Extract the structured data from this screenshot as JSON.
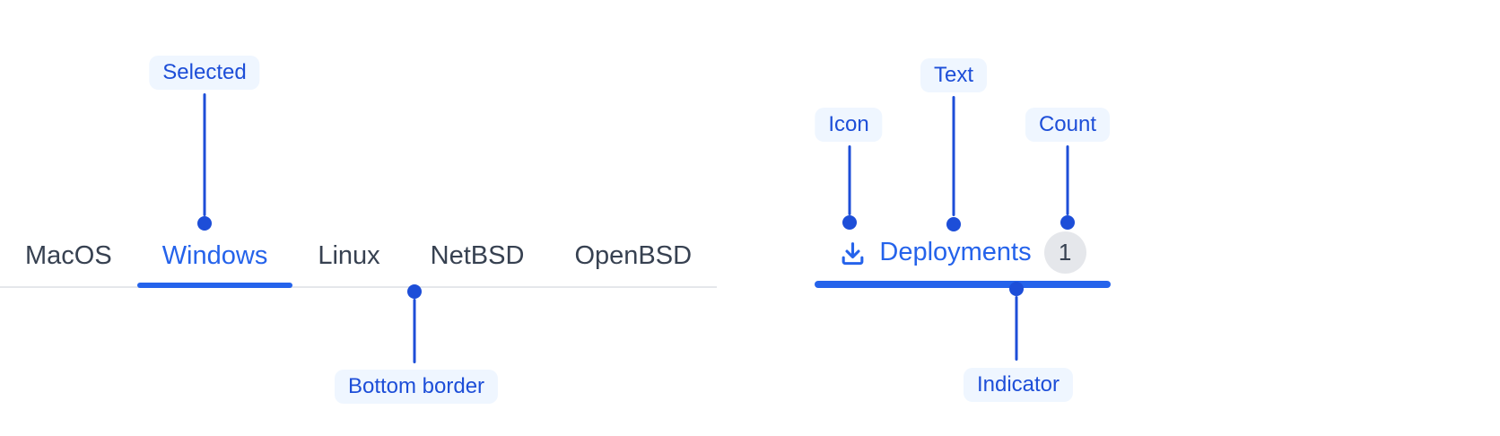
{
  "palette": {
    "annotation_label_bg": "#EFF6FF",
    "annotation_label_text": "#1D4ED8",
    "annotation_line": "#1D4ED8",
    "selected_blue": "#2563EB",
    "tab_text": "#374151",
    "divider_gray": "#E5E7EB",
    "badge_bg": "#E5E7EB",
    "badge_text": "#374151"
  },
  "tabs_demo": {
    "tabs": [
      {
        "label": "MacOS",
        "selected": false
      },
      {
        "label": "Windows",
        "selected": true
      },
      {
        "label": "Linux",
        "selected": false
      },
      {
        "label": "NetBSD",
        "selected": false
      },
      {
        "label": "OpenBSD",
        "selected": false
      }
    ],
    "annotations": {
      "selected": "Selected",
      "bottom_border": "Bottom border"
    }
  },
  "tab_item_demo": {
    "icon": "download-icon",
    "label": "Deployments",
    "count": "1",
    "annotations": {
      "icon": "Icon",
      "text": "Text",
      "count": "Count",
      "indicator": "Indicator"
    }
  }
}
